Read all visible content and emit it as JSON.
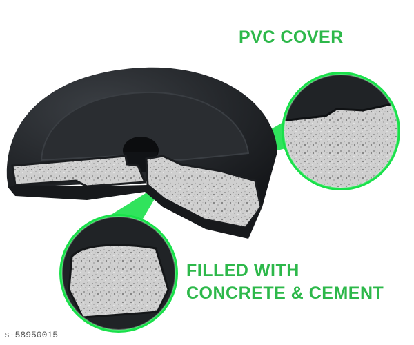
{
  "callouts": {
    "pvc_cover": "PVC COVER",
    "filled_line1": "FILLED WITH",
    "filled_line2": "CONCRETE & CEMENT"
  },
  "watermark": "s-58950015",
  "colors": {
    "label_green": "#2db84a",
    "callout_green": "#19e04a",
    "plate_black": "#202326",
    "concrete_gray": "#cfcfcf"
  },
  "icons": {
    "plate": "dumbbell-plate-cutaway-icon",
    "pvc_zoom": "pvc-cover-magnified-icon",
    "fill_zoom": "concrete-fill-magnified-icon"
  }
}
